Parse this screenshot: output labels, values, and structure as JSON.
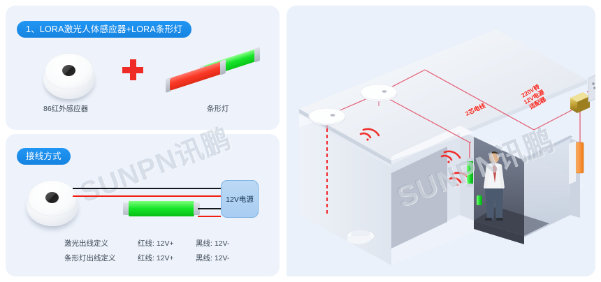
{
  "page": {
    "background": "#ffffff",
    "watermark": "SUNPN讯鹏",
    "accent_blue": "#1683e0",
    "accent_red": "#ee2b24",
    "panel_bg": "#eef3fb"
  },
  "panel_devices": {
    "header": "1、LORA激光人体感应器+LORA条形灯",
    "plus_symbol": "+",
    "items": [
      {
        "label": "86红外感应器",
        "icon": "round-sensor-icon",
        "color": "#ffffff"
      },
      {
        "label": "条形灯",
        "icon": "strip-light-icon",
        "colors": [
          "#fb3a27",
          "#16e52a"
        ]
      }
    ]
  },
  "panel_wiring": {
    "header": "接线方式",
    "psu_label": "12V电源",
    "wire_colors": {
      "positive": "#f01f12",
      "negative": "#14181d"
    },
    "legend": [
      {
        "name": "激光出线定义",
        "red": "红线: 12V+",
        "black": "黑线: 12V-"
      },
      {
        "name": "条形灯出线定义",
        "red": "红线: 12V+",
        "black": "黑线: 12V-"
      }
    ]
  },
  "panel_scene": {
    "annotations": [
      {
        "id": "adapter",
        "text": "220V转\n12V电源\n适配器",
        "color": "#f5231a"
      },
      {
        "id": "wire",
        "text": "2芯电线",
        "color": "#f5231a"
      }
    ],
    "elements": [
      "ceiling-sensor",
      "ceiling-sensor",
      "ceiling-sensor",
      "wall-strip-light-green",
      "wifi-signal",
      "wifi-signal",
      "wifi-signal",
      "power-adapter",
      "wall-socket",
      "standing-person",
      "toilet",
      "stall-partition"
    ]
  }
}
